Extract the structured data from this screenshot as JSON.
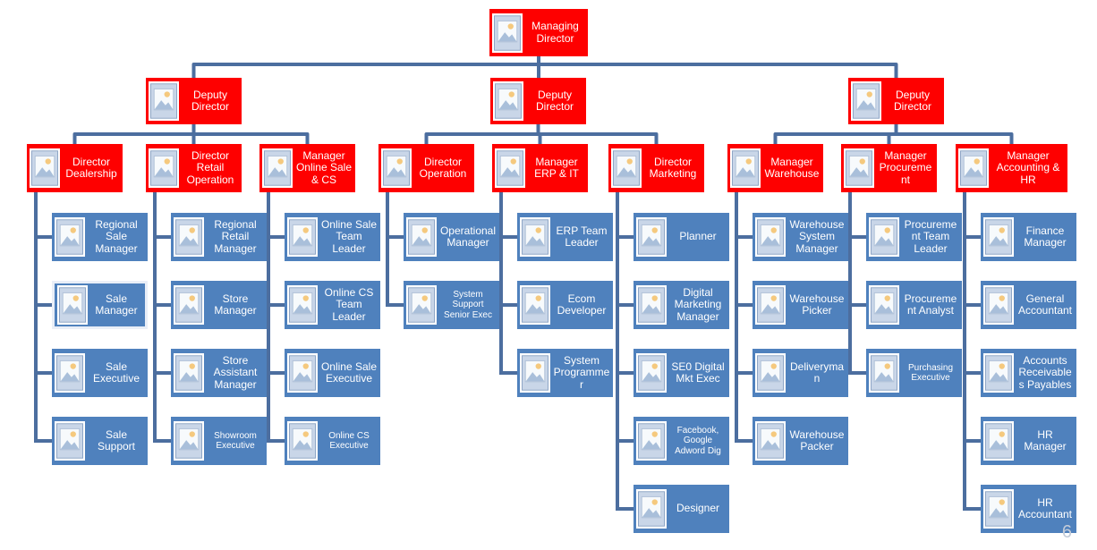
{
  "page": {
    "page_number": "6"
  },
  "colors": {
    "red_box": "#fe0000",
    "blue_box": "#4f81bd",
    "connector_line": "#4c6e9f",
    "box_text": "#ffffff"
  },
  "icons": {
    "photo_placeholder": "picture-placeholder-icon"
  },
  "org": {
    "root": {
      "label": "Managing Director"
    },
    "deputies": [
      {
        "label": "Deputy Director",
        "departments": [
          {
            "label": "Director Dealership",
            "children": [
              {
                "label": "Regional Sale Manager"
              },
              {
                "label": "Sale Manager",
                "highlight": true
              },
              {
                "label": "Sale Executive"
              },
              {
                "label": "Sale Support"
              }
            ]
          },
          {
            "label": "Director Retail Operation",
            "children": [
              {
                "label": "Regional Retail Manager"
              },
              {
                "label": "Store Manager"
              },
              {
                "label": "Store Assistant Manager"
              },
              {
                "label": "Showroom Executive",
                "small": true
              }
            ]
          },
          {
            "label": "Manager Online Sale & CS",
            "children": [
              {
                "label": "Online Sale Team Leader"
              },
              {
                "label": "Online CS Team Leader"
              },
              {
                "label": "Online Sale Executive"
              },
              {
                "label": "Online CS Executive",
                "small": true
              }
            ]
          }
        ]
      },
      {
        "label": "Deputy Director",
        "departments": [
          {
            "label": "Director Operation",
            "children": [
              {
                "label": "Operational Manager"
              },
              {
                "label": "System Support Senior Exec",
                "small": true
              }
            ]
          },
          {
            "label": "Manager ERP & IT",
            "children": [
              {
                "label": "ERP Team Leader"
              },
              {
                "label": "Ecom Developer"
              },
              {
                "label": "System Programmer"
              }
            ]
          },
          {
            "label": "Director Marketing",
            "children": [
              {
                "label": "Planner"
              },
              {
                "label": "Digital Marketing Manager"
              },
              {
                "label": "SE0 Digital Mkt Exec"
              },
              {
                "label": "Facebook, Google Adword Dig",
                "small": true
              },
              {
                "label": "Designer"
              }
            ]
          }
        ]
      },
      {
        "label": "Deputy Director",
        "departments": [
          {
            "label": "Manager Warehouse",
            "children": [
              {
                "label": "Warehouse System Manager"
              },
              {
                "label": "Warehouse Picker"
              },
              {
                "label": "Deliveryman"
              },
              {
                "label": "Warehouse Packer"
              }
            ]
          },
          {
            "label": "Manager Procurement",
            "children": [
              {
                "label": "Procurement Team Leader"
              },
              {
                "label": "Procurement Analyst"
              },
              {
                "label": "Purchasing Executive",
                "small": true
              }
            ]
          },
          {
            "label": "Manager Accounting & HR",
            "children": [
              {
                "label": "Finance Manager"
              },
              {
                "label": "General Accountant"
              },
              {
                "label": "Accounts Receivables Payables"
              },
              {
                "label": "HR Manager"
              },
              {
                "label": "HR Accountant"
              }
            ]
          }
        ]
      }
    ]
  }
}
